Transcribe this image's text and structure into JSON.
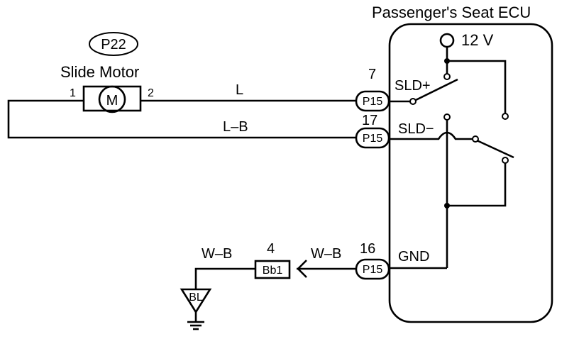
{
  "ecu": {
    "title": "Passenger's Seat ECU",
    "power": "12 V",
    "terminals": {
      "sld_plus": "SLD+",
      "sld_minus": "SLD−",
      "gnd": "GND"
    }
  },
  "motor": {
    "connector_id": "P22",
    "name": "Slide Motor",
    "symbol": "M",
    "pin_left": "1",
    "pin_right": "2"
  },
  "wires": {
    "top": "L",
    "middle": "L–B",
    "ground_right": "W–B",
    "ground_left": "W–B"
  },
  "connectors": [
    {
      "id": "P15",
      "pin": "7"
    },
    {
      "id": "P15",
      "pin": "17"
    },
    {
      "id": "P15",
      "pin": "16"
    }
  ],
  "junction": {
    "id": "Bb1",
    "pin": "4"
  },
  "ground": {
    "id": "BL"
  },
  "colors": {
    "line": "#000000",
    "background": "#ffffff"
  }
}
